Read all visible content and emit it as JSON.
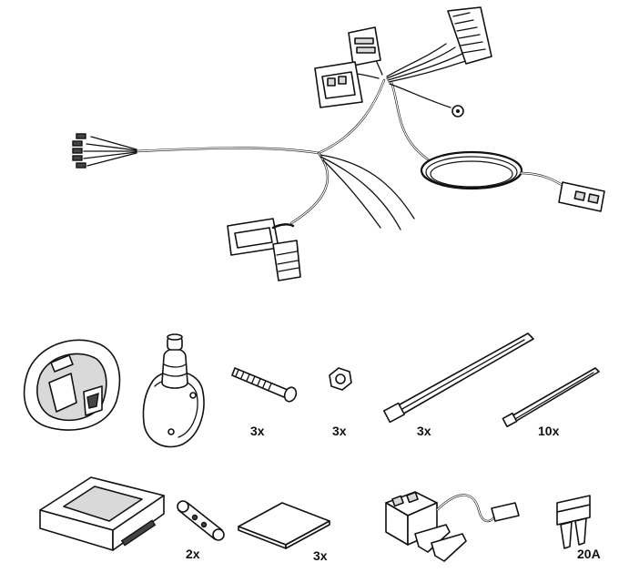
{
  "parts": [
    {
      "id": "bolt",
      "quantity": "3x"
    },
    {
      "id": "nut",
      "quantity": "3x"
    },
    {
      "id": "large-cable-tie",
      "quantity": "3x"
    },
    {
      "id": "small-cable-tie",
      "quantity": "10x"
    },
    {
      "id": "butt-connector",
      "quantity": "2x"
    },
    {
      "id": "adhesive-pad",
      "quantity": "3x"
    },
    {
      "id": "fuse",
      "quantity": "20A"
    }
  ]
}
